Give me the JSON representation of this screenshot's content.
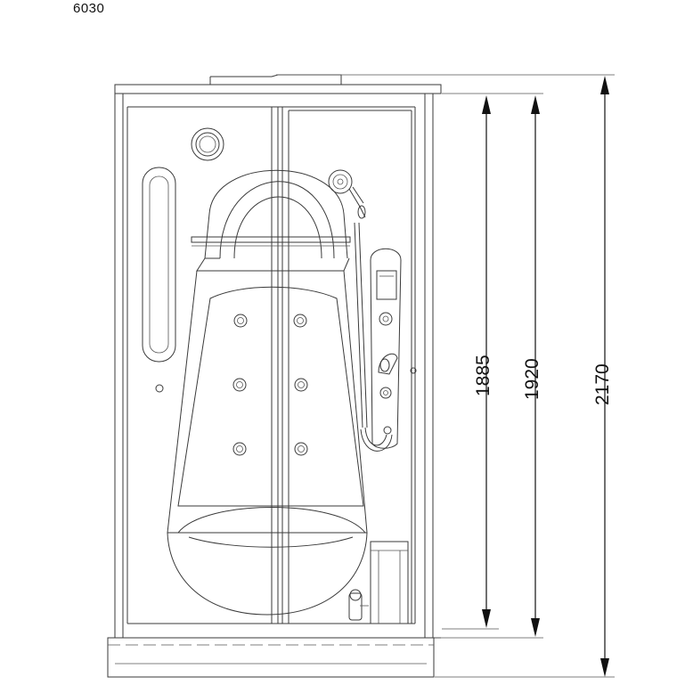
{
  "model_code": "6030",
  "dimensions": {
    "inner_height": "1885",
    "panel_height": "1920",
    "total_height": "2170"
  }
}
